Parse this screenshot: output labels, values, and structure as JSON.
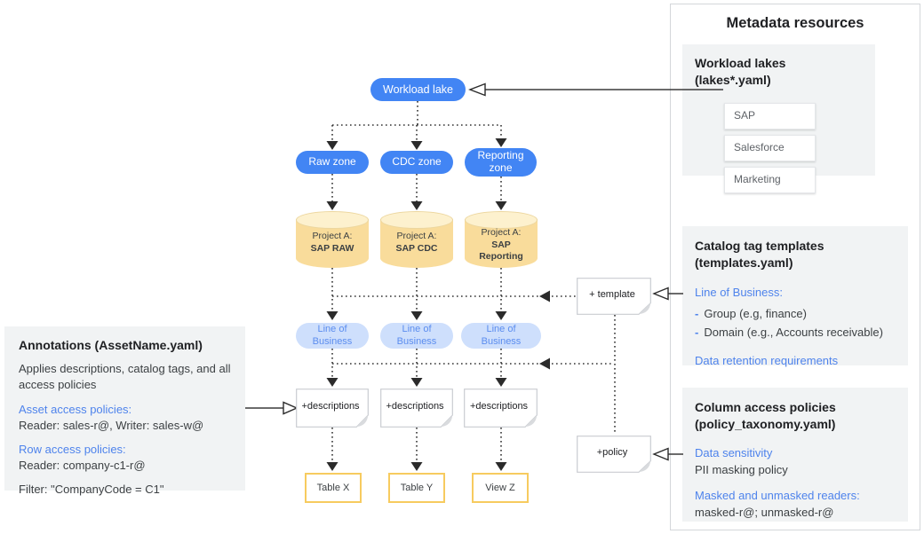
{
  "diagram": {
    "workload_lake": "Workload lake",
    "zones": [
      "Raw zone",
      "CDC zone",
      "Reporting zone"
    ],
    "projects": [
      {
        "line1": "Project A:",
        "line2": "SAP RAW"
      },
      {
        "line1": "Project A:",
        "line2": "SAP CDC"
      },
      {
        "line1": "Project A:",
        "line2": "SAP Reporting"
      }
    ],
    "lob_pills": [
      "Line of Business",
      "Line of Business",
      "Line of Business"
    ],
    "descriptions_notes": [
      "+descriptions",
      "+descriptions",
      "+descriptions"
    ],
    "template_note": "+ template",
    "policy_note": "+policy",
    "tables": [
      "Table X",
      "Table Y",
      "View Z"
    ]
  },
  "annotations_panel": {
    "title": "Annotations (AssetName.yaml)",
    "body": "Applies descriptions, catalog tags, and all access policies",
    "asset_heading": "Asset access policies:",
    "asset_value": "Reader: sales-r@, Writer: sales-w@",
    "row_heading": "Row access policies:",
    "row_value": "Reader: company-c1-r@",
    "filter": "Filter: \"CompanyCode = C1\""
  },
  "metadata_panel": {
    "title": "Metadata resources",
    "workload_lakes": {
      "title": "Workload lakes (lakes*.yaml)",
      "items": [
        "SAP",
        "Salesforce",
        "Marketing"
      ]
    },
    "catalog_templates": {
      "title_line1": "Catalog tag templates",
      "title_line2": "(templates.yaml)",
      "lob_heading": "Line of Business:",
      "bullet_marker": "-",
      "bullets": [
        "Group (e.g, finance)",
        "Domain (e.g., Accounts receivable)"
      ],
      "retention": "Data retention requirements"
    },
    "column_policies": {
      "title_line1": "Column access policies",
      "title_line2": "(policy_taxonomy.yaml)",
      "sensitivity_heading": "Data sensitivity",
      "sensitivity_value": "PII masking policy",
      "readers_heading": "Masked and unmasked readers:",
      "readers_value": "masked-r@; unmasked-r@"
    }
  },
  "colors": {
    "pill_blue": "#4285F4",
    "lob_bg": "#CEDFFC",
    "lob_text": "#5B8DEF",
    "cylinder_body": "#F9DC9B",
    "cylinder_top": "#FDF1CE",
    "table_border": "#F7CB5F",
    "panel_gray": "#F1F3F4",
    "text_blue": "#4E83EC",
    "text_dark": "#3C4043"
  }
}
